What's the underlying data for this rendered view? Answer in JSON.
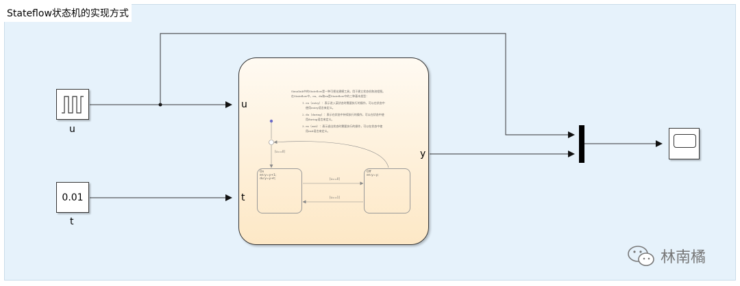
{
  "title": "Stateflow状态机的实现方式",
  "blocks": {
    "pulse": {
      "name": "u"
    },
    "constant": {
      "value": "0.01",
      "name": "t"
    },
    "chart": {
      "in_ports": [
        "u",
        "t"
      ],
      "out_ports": [
        "y"
      ],
      "note": {
        "intro_1": "Simulink中的Stateflow是一种可视化建模工具，用于建立状态机和流程图。",
        "intro_2": "在Stateflow中，en、du和ex是Stateflow中的三种基本类型：",
        "item1_a": "1. en（entry）：表示进入某状态时需要执行的操作，可以在状态中",
        "item1_b": "使用entry语言来定义。",
        "item2_a": "2. du（during）：表示在状态中持续执行的操作，可以在状态中使",
        "item2_b": "用during语言来定义。",
        "item3_a": "3. ex（exit）：表示退出状态时需要执行的操作，可以在状态中使",
        "item3_b": "用exit语言来定义。"
      },
      "states": [
        {
          "name": "On",
          "lines": [
            "en:y=y+1;",
            "du:y=y+t;"
          ]
        },
        {
          "name": "Off",
          "lines": [
            "en:y=y;"
          ]
        }
      ],
      "conditions": {
        "default": "[u==0]",
        "on_to_off": "[u==0]",
        "off_to_on": "[u==1]"
      }
    }
  },
  "watermark": {
    "text": "林南橘"
  }
}
